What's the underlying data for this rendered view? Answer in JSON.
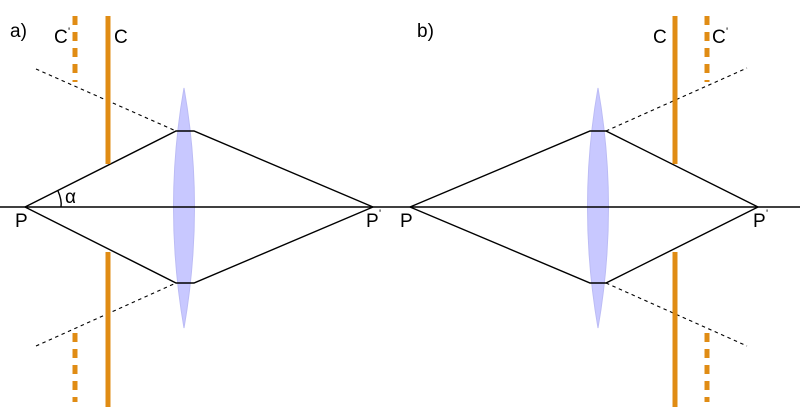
{
  "panel_a": {
    "label": "a)",
    "point_left": "P",
    "point_right": "P",
    "point_right_mark": "'",
    "aperture": "C",
    "aperture_prime": "C",
    "aperture_prime_mark": "'",
    "angle": "α"
  },
  "panel_b": {
    "label": "b)",
    "point_left": "P",
    "point_right": "P",
    "point_right_mark": "'",
    "aperture": "C",
    "aperture_prime": "C",
    "aperture_prime_mark": "'"
  },
  "colors": {
    "aperture": "#e08c14",
    "lens": "#c8c8ff",
    "lines": "#000000"
  }
}
